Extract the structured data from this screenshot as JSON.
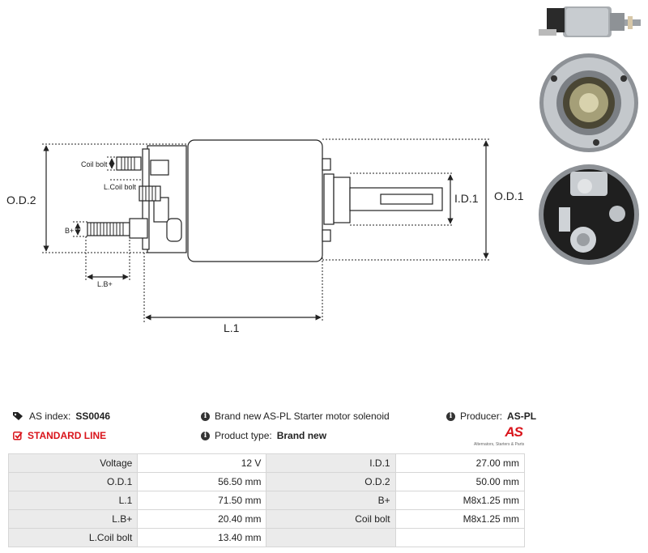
{
  "drawing": {
    "labels": {
      "od2": "O.D.2",
      "od1": "O.D.1",
      "id1": "I.D.1",
      "l1": "L.1",
      "coil_bolt": "Coil bolt",
      "l_coil_bolt": "L.Coil bolt",
      "b_plus": "B+",
      "l_b_plus": "L.B+"
    }
  },
  "info": {
    "as_index_label": "AS index:",
    "as_index_value": "SS0046",
    "standard_line": "STANDARD LINE",
    "description": "Brand new AS-PL Starter motor solenoid",
    "product_type_label": "Product type:",
    "product_type_value": "Brand new",
    "producer_label": "Producer:",
    "producer_value": "AS-PL"
  },
  "logo": {
    "brand": "AS",
    "tagline": "Alternators, Starters & Parts"
  },
  "specs": [
    [
      {
        "k": "Voltage",
        "v": "12 V"
      },
      {
        "k": "I.D.1",
        "v": "27.00 mm"
      }
    ],
    [
      {
        "k": "O.D.1",
        "v": "56.50 mm"
      },
      {
        "k": "O.D.2",
        "v": "50.00 mm"
      }
    ],
    [
      {
        "k": "L.1",
        "v": "71.50 mm"
      },
      {
        "k": "B+",
        "v": "M8x1.25 mm"
      }
    ],
    [
      {
        "k": "L.B+",
        "v": "20.40 mm"
      },
      {
        "k": "Coil bolt",
        "v": "M8x1.25 mm"
      }
    ],
    [
      {
        "k": "L.Coil bolt",
        "v": "13.40 mm"
      },
      {
        "k": "",
        "v": ""
      }
    ]
  ],
  "colors": {
    "accent_red": "#d9141b",
    "key_cell_bg": "#ebebeb"
  }
}
